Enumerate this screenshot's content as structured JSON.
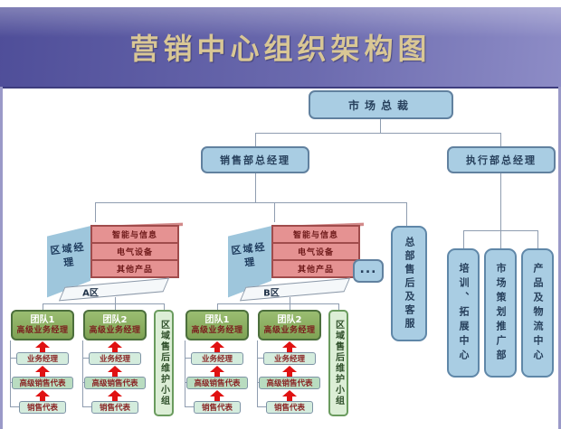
{
  "slide": {
    "title": "营销中心组织架构图"
  },
  "org": {
    "root": "市场总裁",
    "sales_gm": "销售部总经理",
    "exec_gm": "执行部总经理",
    "ellipsis": "...",
    "hq_support": "总部售后及客服",
    "exec_departments": [
      "培训、拓展中心",
      "市场策划推广部",
      "产品及物流中心"
    ],
    "regions": [
      {
        "manager": "区域经理",
        "zone": "A区",
        "products": [
          "智能与信息",
          "电气设备",
          "其他产品"
        ],
        "support": "区域售后维护小组",
        "teams": [
          {
            "title": "团队1",
            "subtitle": "高级业务经理",
            "chain": [
              "业务经理",
              "高级销售代表",
              "销售代表"
            ]
          },
          {
            "title": "团队2",
            "subtitle": "高级业务经理",
            "chain": [
              "业务经理",
              "高级销售代表",
              "销售代表"
            ]
          }
        ]
      },
      {
        "manager": "区域经理",
        "zone": "B区",
        "products": [
          "智能与信息",
          "电气设备",
          "其他产品"
        ],
        "support": "区域售后维护小组",
        "teams": [
          {
            "title": "团队1",
            "subtitle": "高级业务经理",
            "chain": [
              "业务经理",
              "高级销售代表",
              "销售代表"
            ]
          },
          {
            "title": "团队2",
            "subtitle": "高级业务经理",
            "chain": [
              "业务经理",
              "高级销售代表",
              "销售代表"
            ]
          }
        ]
      }
    ]
  },
  "colors": {
    "title_band": "#6b6aae",
    "title_text": "#d9c795",
    "box_fill": "#a9cde3",
    "box_border": "#61819f",
    "product_fill": "#e59292",
    "product_border": "#a04c4c",
    "team_fill": "#8cae66",
    "support_fill": "#dceed6",
    "arrow_red": "#e01212",
    "connector": "#8f9db0"
  }
}
